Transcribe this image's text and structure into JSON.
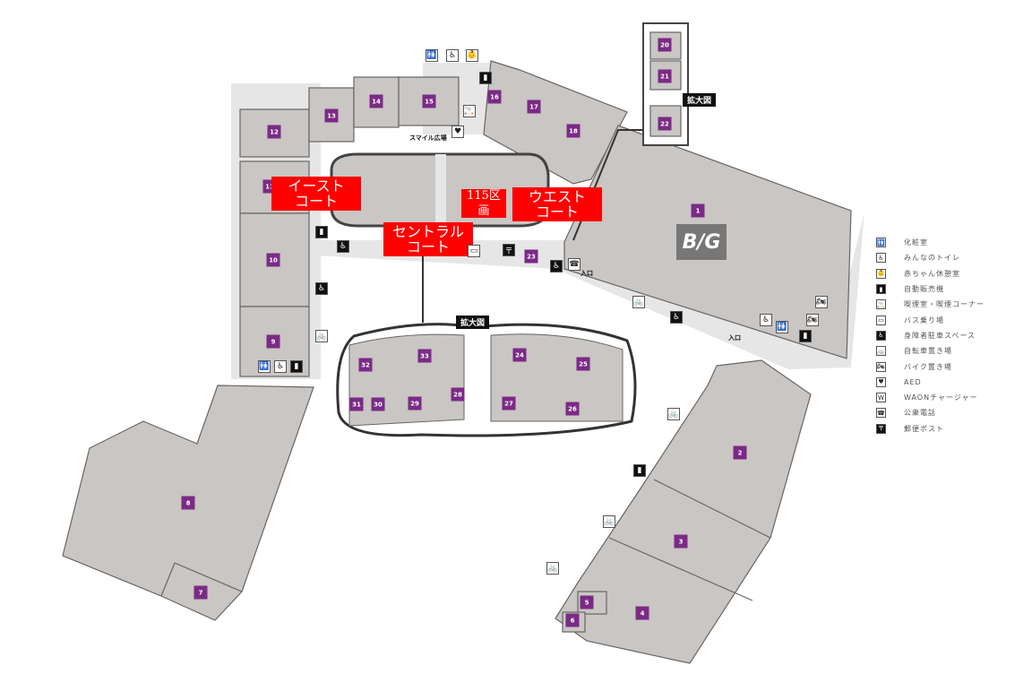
{
  "court_labels": {
    "east": [
      "イースト",
      "コート"
    ],
    "central": [
      "セントラル",
      "コート"
    ],
    "west": [
      "ウエスト",
      "コート"
    ],
    "section": "115区画"
  },
  "annotations": {
    "zoom_top": "拡大図",
    "zoom_bottom": "拡大図",
    "smile_plaza": "スマイル広場",
    "entrance": "入口"
  },
  "stores": [
    "1",
    "2",
    "3",
    "4",
    "5",
    "6",
    "7",
    "8",
    "9",
    "10",
    "11",
    "12",
    "13",
    "14",
    "15",
    "16",
    "17",
    "18",
    "20",
    "21",
    "22",
    "23",
    "24",
    "25",
    "26",
    "27",
    "28",
    "29",
    "30",
    "31",
    "32",
    "33"
  ],
  "brand_logo": "B/G",
  "legend": [
    {
      "icon": "restroom-icon",
      "label": "化粧室"
    },
    {
      "icon": "accessible-toilet-icon",
      "label": "みんなのトイレ"
    },
    {
      "icon": "baby-room-icon",
      "label": "赤ちゃん休憩室"
    },
    {
      "icon": "vending-machine-icon",
      "label": "自動販売機"
    },
    {
      "icon": "smoking-icon",
      "label": "喫煙室・喫煙コーナー"
    },
    {
      "icon": "bus-icon",
      "label": "バス乗り場"
    },
    {
      "icon": "accessible-parking-icon",
      "label": "身障者駐車スペース"
    },
    {
      "icon": "bicycle-icon",
      "label": "自転車置き場"
    },
    {
      "icon": "motorbike-icon",
      "label": "バイク置き場"
    },
    {
      "icon": "aed-icon",
      "label": "AED"
    },
    {
      "icon": "waon-charger-icon",
      "label": "WAONチャージャー"
    },
    {
      "icon": "public-phone-icon",
      "label": "公衆電話"
    },
    {
      "icon": "postbox-icon",
      "label": "郵便ポスト"
    }
  ],
  "colors": {
    "store": "#c9c6c3",
    "walkway": "#e6e6e6",
    "badge": "#7b2a86",
    "court_label": "#ff0000"
  }
}
